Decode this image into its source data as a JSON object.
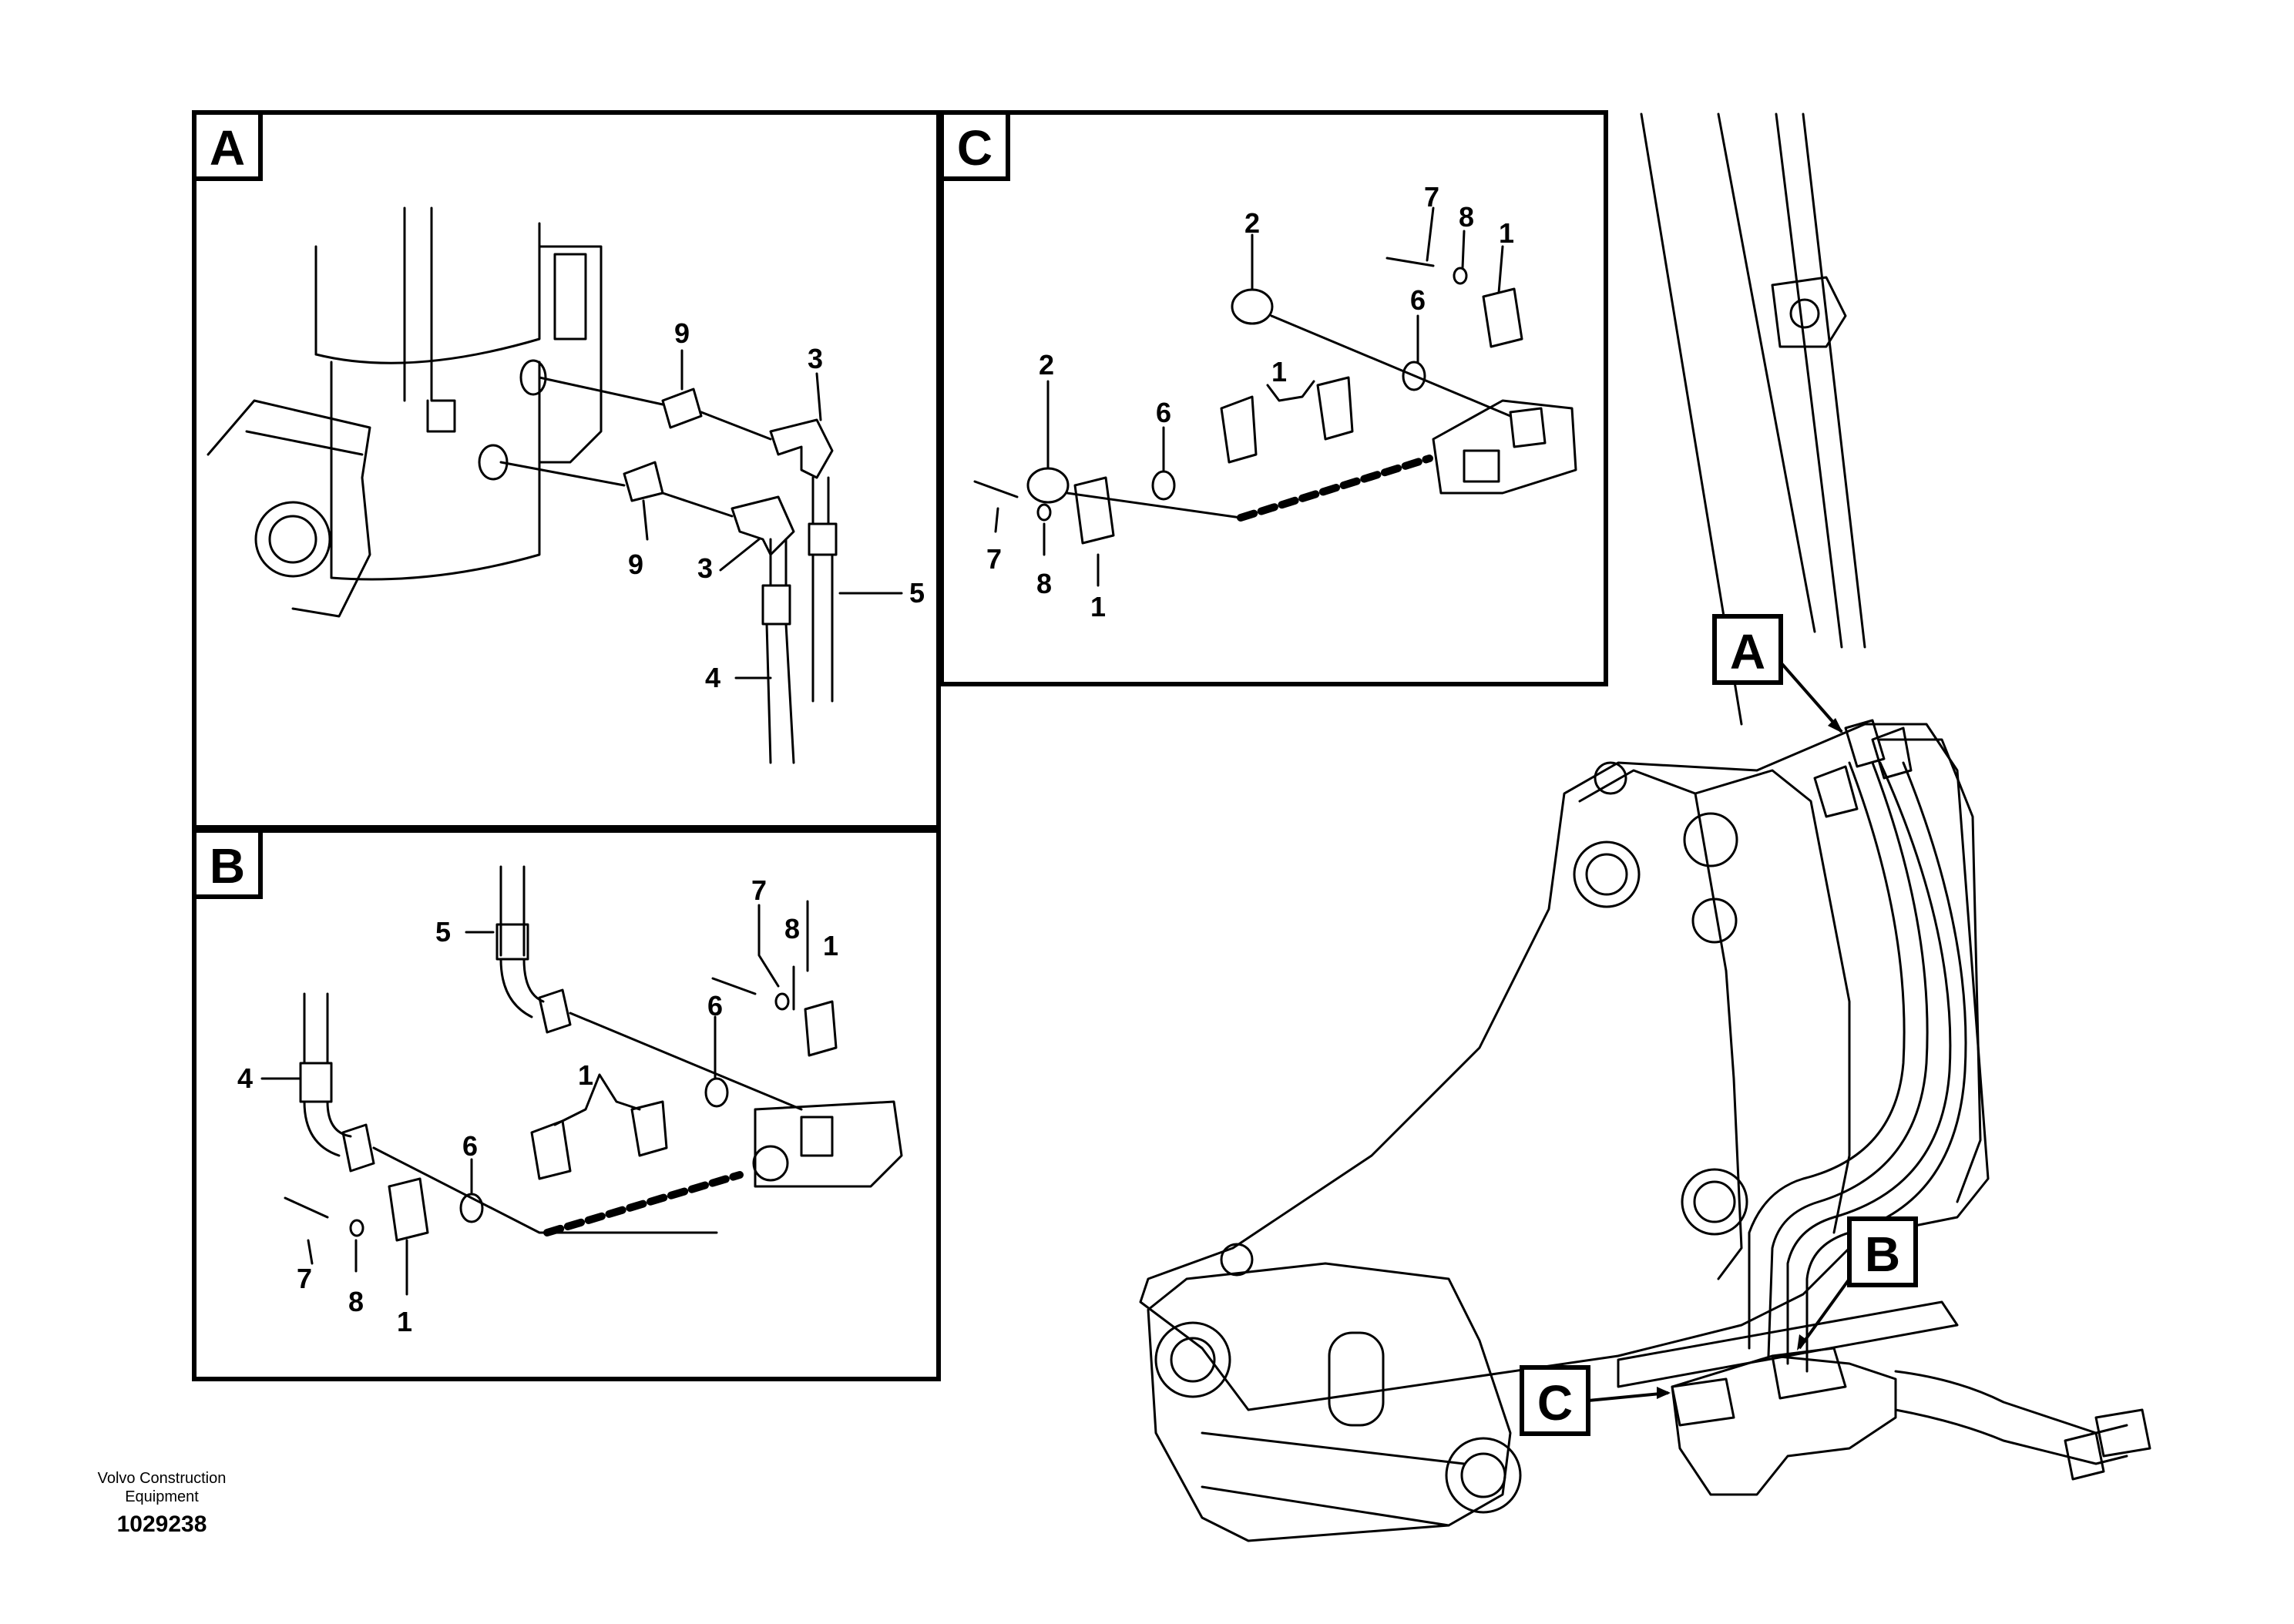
{
  "panels": {
    "A": {
      "tag": "A"
    },
    "B": {
      "tag": "B"
    },
    "C": {
      "tag": "C"
    }
  },
  "callouts": {
    "A": "A",
    "B": "B",
    "C": "C"
  },
  "labels": {
    "one": "1",
    "two": "2",
    "three": "3",
    "four": "4",
    "five": "5",
    "six": "6",
    "seven": "7",
    "eight": "8",
    "nine": "9"
  },
  "footer": {
    "brand_line1": "Volvo Construction",
    "brand_line2": "Equipment",
    "doc_number": "1029238"
  },
  "colors": {
    "line": "#000000",
    "background": "#ffffff"
  }
}
